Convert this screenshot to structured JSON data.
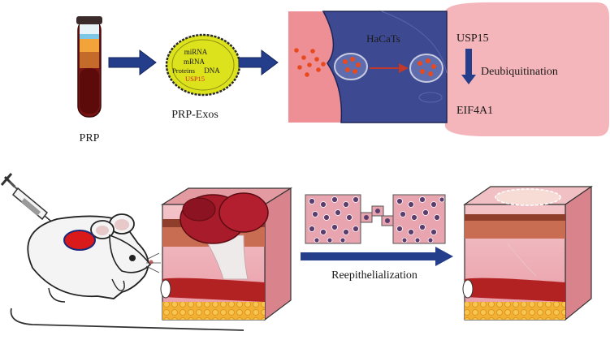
{
  "top": {
    "tube_label": "PRP",
    "exo_label": "PRP-Exos",
    "exo_contents": {
      "mirna": "miRNA",
      "mrna": "mRNA",
      "proteins": "Proteins",
      "dna": "DNA",
      "usp15": "USP15"
    },
    "cell_label": "HaCaTs",
    "pathway": {
      "top": "USP15",
      "process": "Deubiquitination",
      "bottom": "EIF4A1"
    }
  },
  "bottom": {
    "process_label": "Reepithelialization"
  },
  "colors": {
    "arrow": "#243e8c",
    "cell_bg": "#ee8f95",
    "cell_body": "#3d4a92",
    "pink_panel": "#f5b6bb",
    "exo_fill": "#dce21c",
    "usp15_text": "#d11f1f"
  }
}
